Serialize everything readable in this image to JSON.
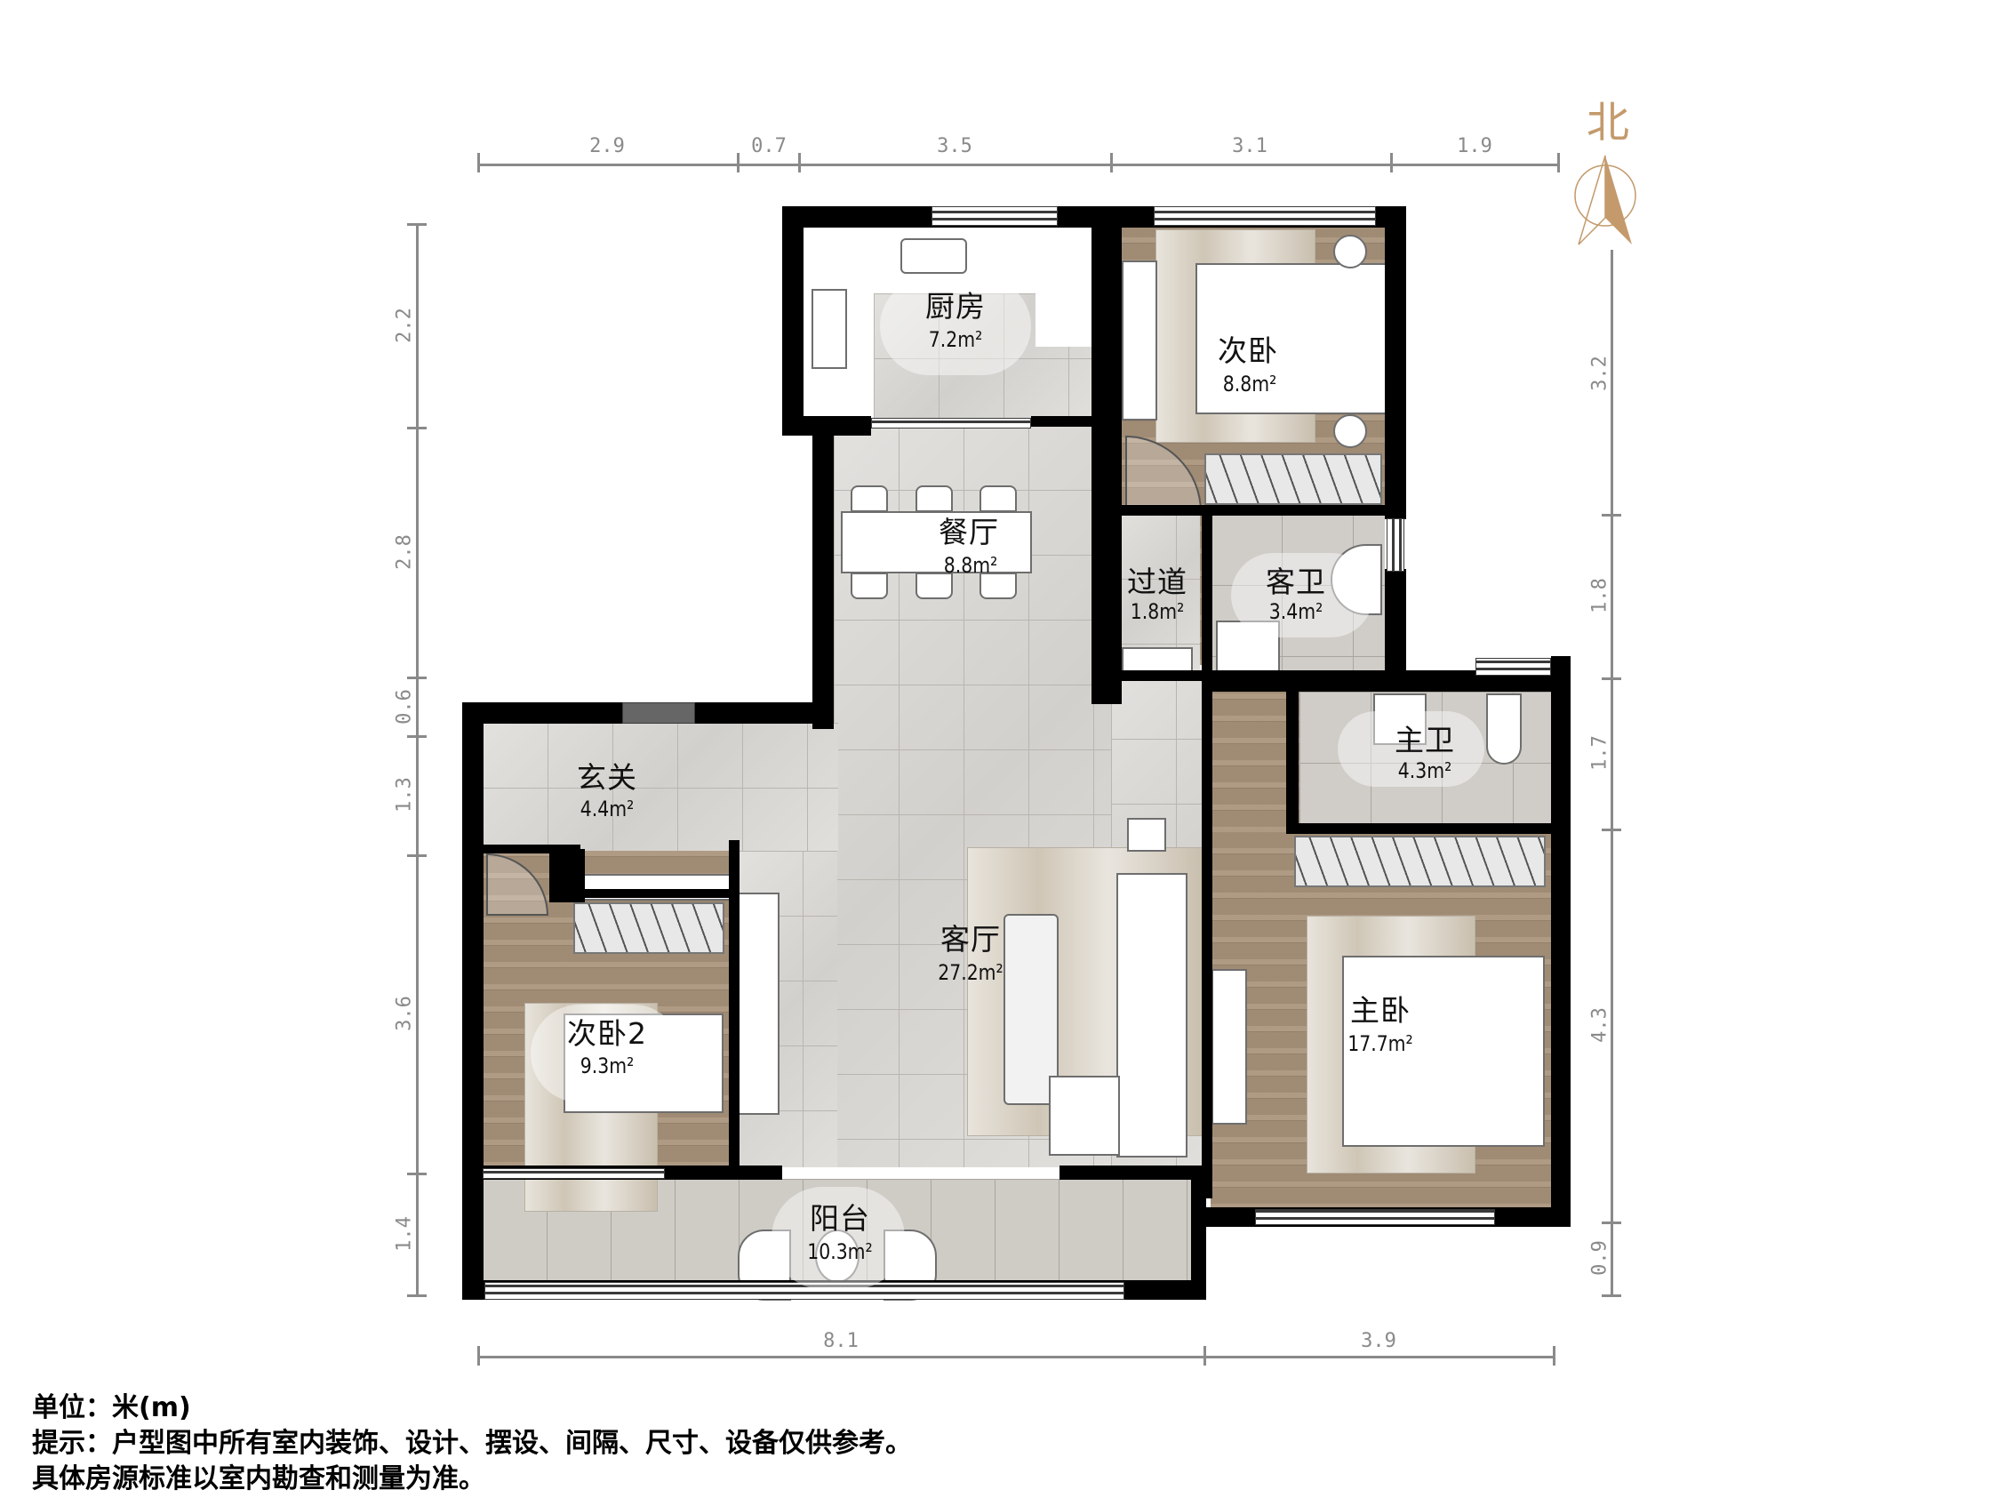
{
  "compass": {
    "label": "北",
    "color": "#c49a6c"
  },
  "dimensions": {
    "top": [
      "2.9",
      "0.7",
      "3.5",
      "3.1",
      "1.9"
    ],
    "bottom": [
      "8.1",
      "3.9"
    ],
    "left": [
      "2.2",
      "2.8",
      "0.6",
      "1.3",
      "3.6",
      "1.4"
    ],
    "right": [
      "3.2",
      "1.8",
      "1.7",
      "4.3",
      "0.9"
    ]
  },
  "rooms": {
    "kitchen": {
      "name": "厨房",
      "area": "7.2m²"
    },
    "bedroom_north": {
      "name": "次卧",
      "area": "8.8m²"
    },
    "dining": {
      "name": "餐厅",
      "area": "8.8m²"
    },
    "aisle": {
      "name": "过道",
      "area": "1.8m²"
    },
    "guest_bath": {
      "name": "客卫",
      "area": "3.4m²"
    },
    "entrance": {
      "name": "玄关",
      "area": "4.4m²"
    },
    "master_bath": {
      "name": "主卫",
      "area": "4.3m²"
    },
    "living": {
      "name": "客厅",
      "area": "27.2m²"
    },
    "bedroom_2": {
      "name": "次卧2",
      "area": "9.3m²"
    },
    "master_bedroom": {
      "name": "主卧",
      "area": "17.7m²"
    },
    "balcony": {
      "name": "阳台",
      "area": "10.3m²"
    }
  },
  "footer": {
    "unit": "单位：米(m)",
    "notice": "提示：户型图中所有室内装饰、设计、摆设、间隔、尺寸、设备仅供参考。",
    "disclaimer": "具体房源标准以室内勘查和测量为准。"
  },
  "colors": {
    "wall": "#000000",
    "tile_floor": "#d9d7d3",
    "wood_floor": "#a8927a",
    "dimension": "#8a8a8a",
    "compass": "#c49a6c"
  }
}
